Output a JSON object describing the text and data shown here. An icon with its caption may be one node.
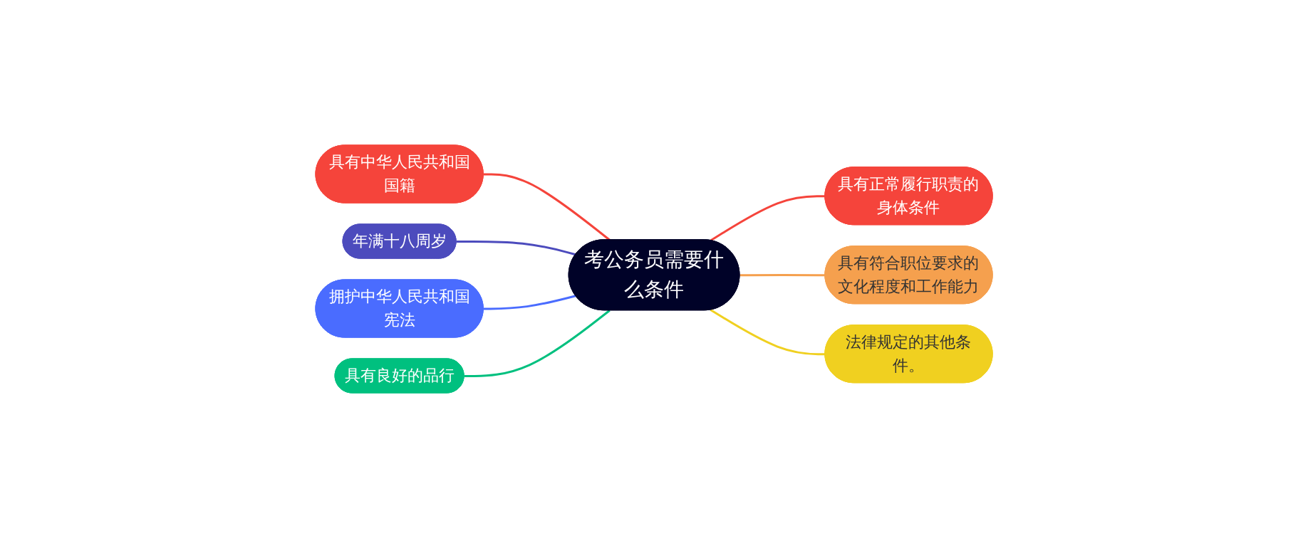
{
  "diagram": {
    "nodes": [
      {
        "text": [
          "考公务员需要什么条件"
        ]
      },
      {
        "text": [
          "具有中华人民共和国国籍"
        ]
      },
      {
        "text": [
          "年满十八周岁"
        ]
      },
      {
        "text": [
          "拥护中华人民共和国宪法"
        ]
      },
      {
        "text": [
          "具有良好的品行"
        ]
      },
      {
        "text": [
          "具有正常履行职责的身体条件"
        ]
      },
      {
        "text": [
          "具有符合职位要求的文化程度和工作能力"
        ]
      },
      {
        "text": [
          "法律规定的其他条件。"
        ]
      }
    ],
    "edges": [
      {
        "from": 0,
        "to": 1,
        "arrow": "none",
        "color": "#f5443b"
      },
      {
        "from": 0,
        "to": 2,
        "arrow": "none",
        "color": "#4c4bbd"
      },
      {
        "from": 0,
        "to": 3,
        "arrow": "none",
        "color": "#4a6cff"
      },
      {
        "from": 0,
        "to": 4,
        "arrow": "none",
        "color": "#00c07f"
      },
      {
        "from": 0,
        "to": 5,
        "arrow": "none",
        "color": "#f5443b"
      },
      {
        "from": 0,
        "to": 6,
        "arrow": "none",
        "color": "#f5a04e"
      },
      {
        "from": 0,
        "to": 7,
        "arrow": "none",
        "color": "#f0d020"
      }
    ]
  }
}
